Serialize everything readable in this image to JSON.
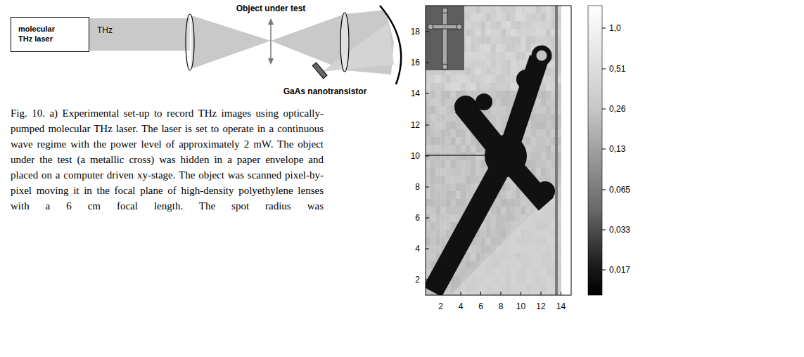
{
  "diagram": {
    "caption": "Fig. 10. a) Experimental set-up to record THz images using optically-pumped molecular THz laser. The laser is set to operate in a continuous wave regime with the power level of approximately 2 mW. The object under the test (a metallic cross) was hidden in a paper envelope and placed on a computer driven xy-stage. The object was scanned pixel-by-pixel moving it in the focal plane of high-density polyethylene lenses with a 6 cm focal length. The spot radius was",
    "nodes": [
      {
        "text": [
          "molecular THz laser"
        ]
      }
    ],
    "labels": [
      "THz",
      "Object under test",
      "GaAs nanotransistor",
      "18",
      "16",
      "14",
      "12",
      "10",
      "8",
      "6",
      "4",
      "2",
      "2",
      "4",
      "6",
      "8",
      "10",
      "12",
      "14",
      "1,0",
      "0,51",
      "0,26",
      "0,13",
      "0,065",
      "0,033",
      "0,017"
    ]
  }
}
